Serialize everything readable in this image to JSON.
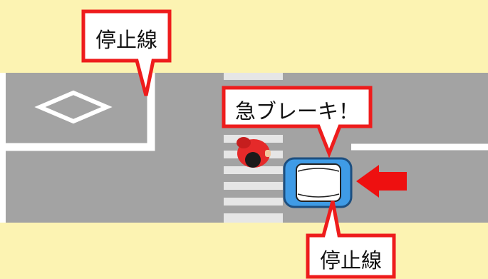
{
  "scene": {
    "callouts": {
      "stop_line_upper": "停止線",
      "sudden_brake": "急ブレーキ！",
      "stop_line_lower": "停止線"
    },
    "colors": {
      "sidewalk": "#fcf3b2",
      "road": "#a3a3a3",
      "road_marking": "#ffffff",
      "callout_border": "#ee1c1c",
      "arrow": "#ee1010",
      "car_body": "#3f9be6",
      "pedestrian": "#e52a2a"
    },
    "icons": [
      "diamond-marking-icon",
      "pedestrian-icon",
      "car-icon",
      "direction-arrow-icon"
    ]
  }
}
